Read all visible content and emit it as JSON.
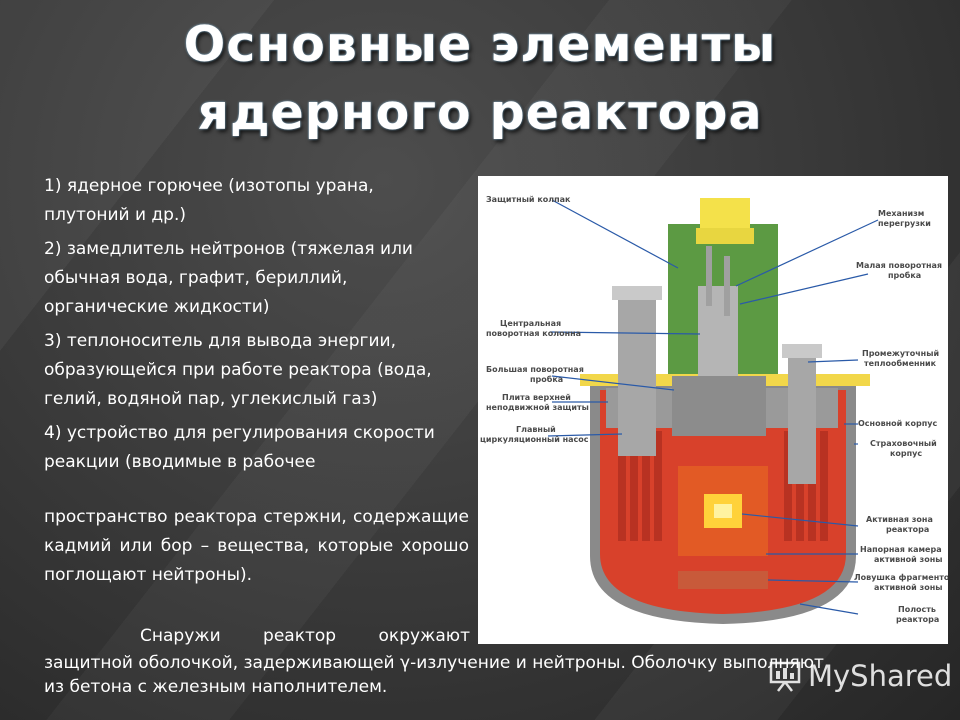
{
  "slide": {
    "title_line1": "Основные элементы",
    "title_line2": "ядерного реактора"
  },
  "list": {
    "item1": "1) ядерное горючее (изотопы урана, плутоний и др.)",
    "item2": "2) замедлитель нейтронов (тяжелая или обычная вода, графит, бериллий, органические жидкости)",
    "item3": "3) теплоноситель для вывода энергии, образующейся при работе реактора (вода, гелий, водяной пар, углекислый газ)",
    "item4a": "4) устройство для регулирования скорости реакции (вводимые в рабочее",
    "item4b": "пространство реактора стержни, содержащие кадмий или бор – вещества, которые хорошо поглощают нейтроны).",
    "para_a": "Снаружи реактор окружают",
    "para_b": "защитной оболочкой, задерживающей γ-излучение и нейтроны. Оболочку выполняют из бетона с железным наполнителем."
  },
  "figure": {
    "labels": {
      "protective_cap": "Защитный колпак",
      "refuel_mech_1": "Механизм",
      "refuel_mech_2": "перегрузки",
      "small_plug_1": "Малая поворотная",
      "small_plug_2": "пробка",
      "central_col_1": "Центральная",
      "central_col_2": "поворотная колонна",
      "large_plug_1": "Большая поворотная",
      "large_plug_2": "пробка",
      "upper_shield_1": "Плита верхней",
      "upper_shield_2": "неподвижной защиты",
      "main_pump_1": "Главный",
      "main_pump_2": "циркуляционный насос",
      "hx_1": "Промежуточный",
      "hx_2": "теплообменник",
      "main_vessel": "Основной корпус",
      "safety_1": "Страховочный",
      "safety_2": "корпус",
      "core_1": "Активная зона",
      "core_2": "реактора",
      "pressure_1": "Напорная камера",
      "pressure_2": "активной зоны",
      "trap_1": "Ловушка фрагментов",
      "trap_2": "активной зоны",
      "cavity_1": "Полость",
      "cavity_2": "реактора"
    }
  },
  "watermark": {
    "text": "MyShared",
    "icon": "presentation-board-icon"
  },
  "colors": {
    "background": "#3a3a3a",
    "text": "#ffffff",
    "label_line": "#2a5aa8",
    "coolant_red": "#d8412b",
    "shield_green": "#5c9a43"
  }
}
